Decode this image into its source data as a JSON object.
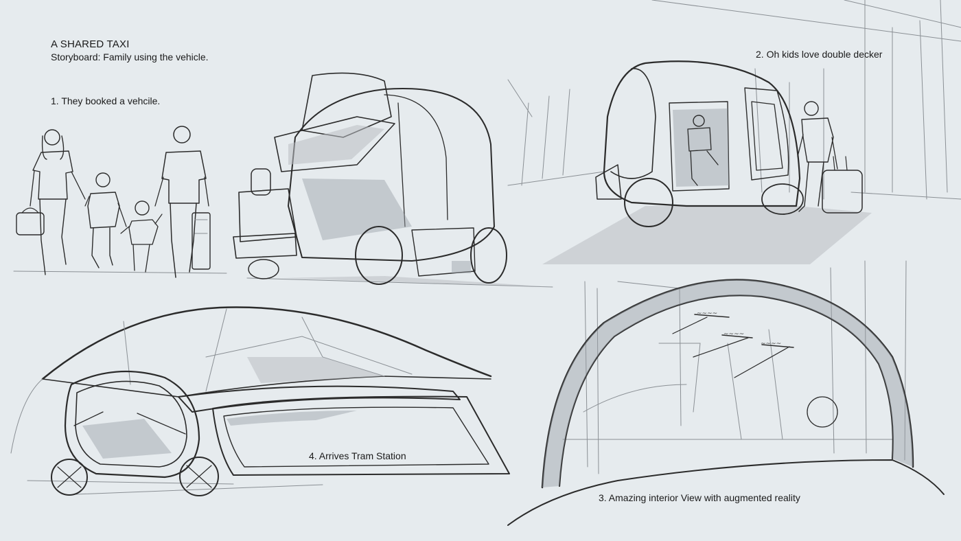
{
  "header": {
    "title": "A SHARED TAXI",
    "subtitle": "Storyboard: Family using the vehicle."
  },
  "panels": [
    {
      "caption": "1. They booked a vehcile."
    },
    {
      "caption": "2. Oh kids love double decker"
    },
    {
      "caption": "3. Amazing interior View with augmented reality"
    },
    {
      "caption": "4. Arrives Tram Station"
    }
  ],
  "colors": {
    "background": "#e6ebee",
    "ink": "#2b2b2b",
    "shading": "#9aa0a6"
  }
}
